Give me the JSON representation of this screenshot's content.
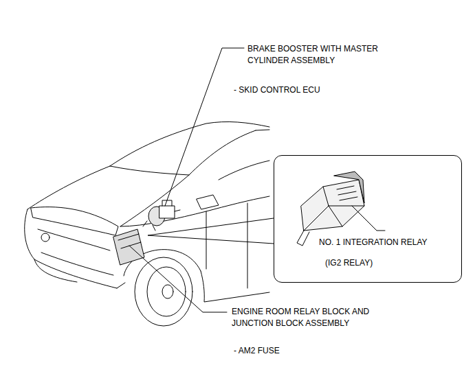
{
  "diagram": {
    "nodes": [
      {
        "text": [
          "NO. 1 INTEGRATION RELAY",
          "(IG2 RELAY)"
        ]
      }
    ],
    "labels": [
      "BRAKE BOOSTER WITH MASTER CYLINDER ASSEMBLY",
      "- SKID CONTROL ECU",
      "ENGINE ROOM RELAY BLOCK AND JUNCTION BLOCK ASSEMBLY",
      "- AM2 FUSE"
    ]
  }
}
